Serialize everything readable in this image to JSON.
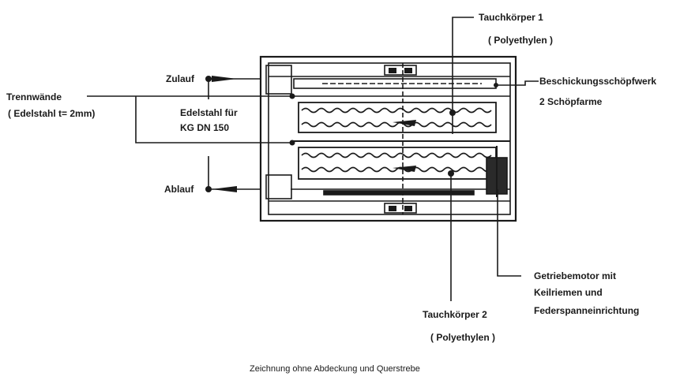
{
  "labels": {
    "tauchkoerper1": "Tauchkörper 1",
    "tauchkoerper1_material": "( Polyethylen )",
    "zulauf": "Zulauf",
    "trennwaende": "Trennwände",
    "trennwaende_material": "( Edelstahl t= 2mm)",
    "edelstahl_fuer": "Edelstahl für",
    "kg_dn": "KG DN 150",
    "beschickung": "Beschickungsschöpfwerk",
    "schoepfarme": "2 Schöpfarme",
    "ablauf": "Ablauf",
    "getriebemotor_1": "Getriebemotor mit",
    "getriebemotor_2": "Keilriemen und",
    "getriebemotor_3": "Federspanneinrichtung",
    "tauchkoerper2": "Tauchkörper 2",
    "tauchkoerper2_material": "( Polyethylen )",
    "caption": "Zeichnung ohne Abdeckung und Querstrebe"
  }
}
